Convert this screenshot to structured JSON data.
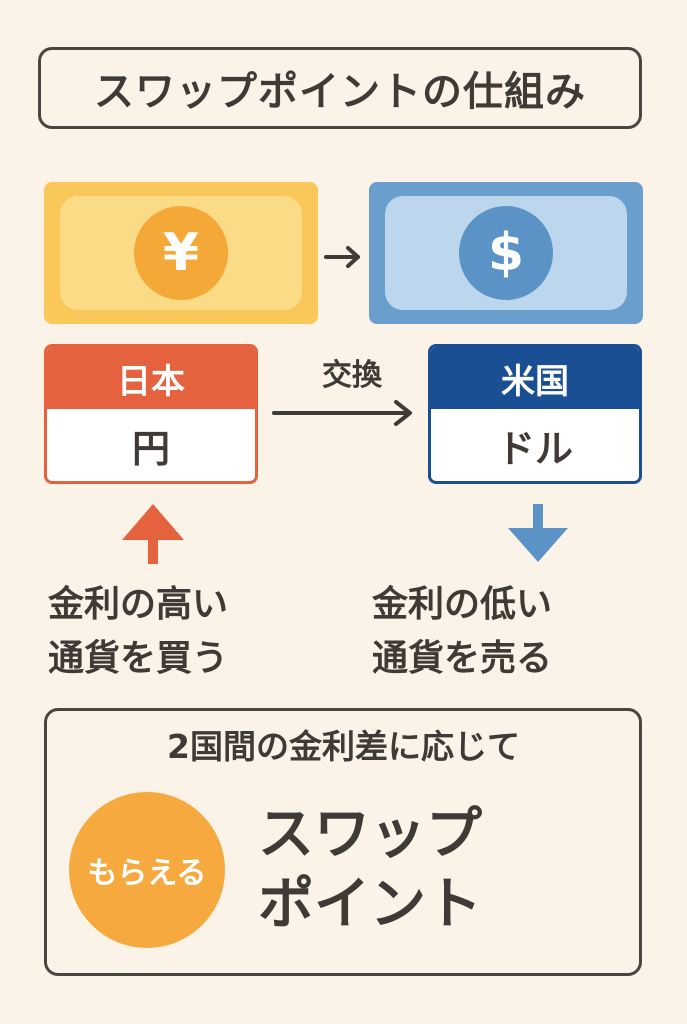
{
  "title": "スワップポイントの仕組み",
  "notes": {
    "yen_symbol": "¥",
    "usd_symbol": "$"
  },
  "japan": {
    "country": "日本",
    "currency": "円"
  },
  "usa": {
    "country": "米国",
    "currency": "ドル"
  },
  "exchange_label": "交換",
  "left_caption": {
    "line1": "金利の高い",
    "line2": "通貨を買う"
  },
  "right_caption": {
    "line1": "金利の低い",
    "line2": "通貨を売る"
  },
  "bottom": {
    "heading": "2国間の金利差に応じて",
    "badge": "もらえる",
    "big_line1": "スワップ",
    "big_line2": "ポイント"
  },
  "colors": {
    "background": "#fbf3e7",
    "yen_note": "#f9c75a",
    "usd_note": "#6a9fcd",
    "japan": "#e4623e",
    "usa": "#1b4f93",
    "badge": "#f6a93e"
  },
  "icons": [
    "yen-coin-icon",
    "dollar-coin-icon",
    "arrow-right-icon",
    "arrow-up-icon",
    "arrow-down-icon"
  ]
}
